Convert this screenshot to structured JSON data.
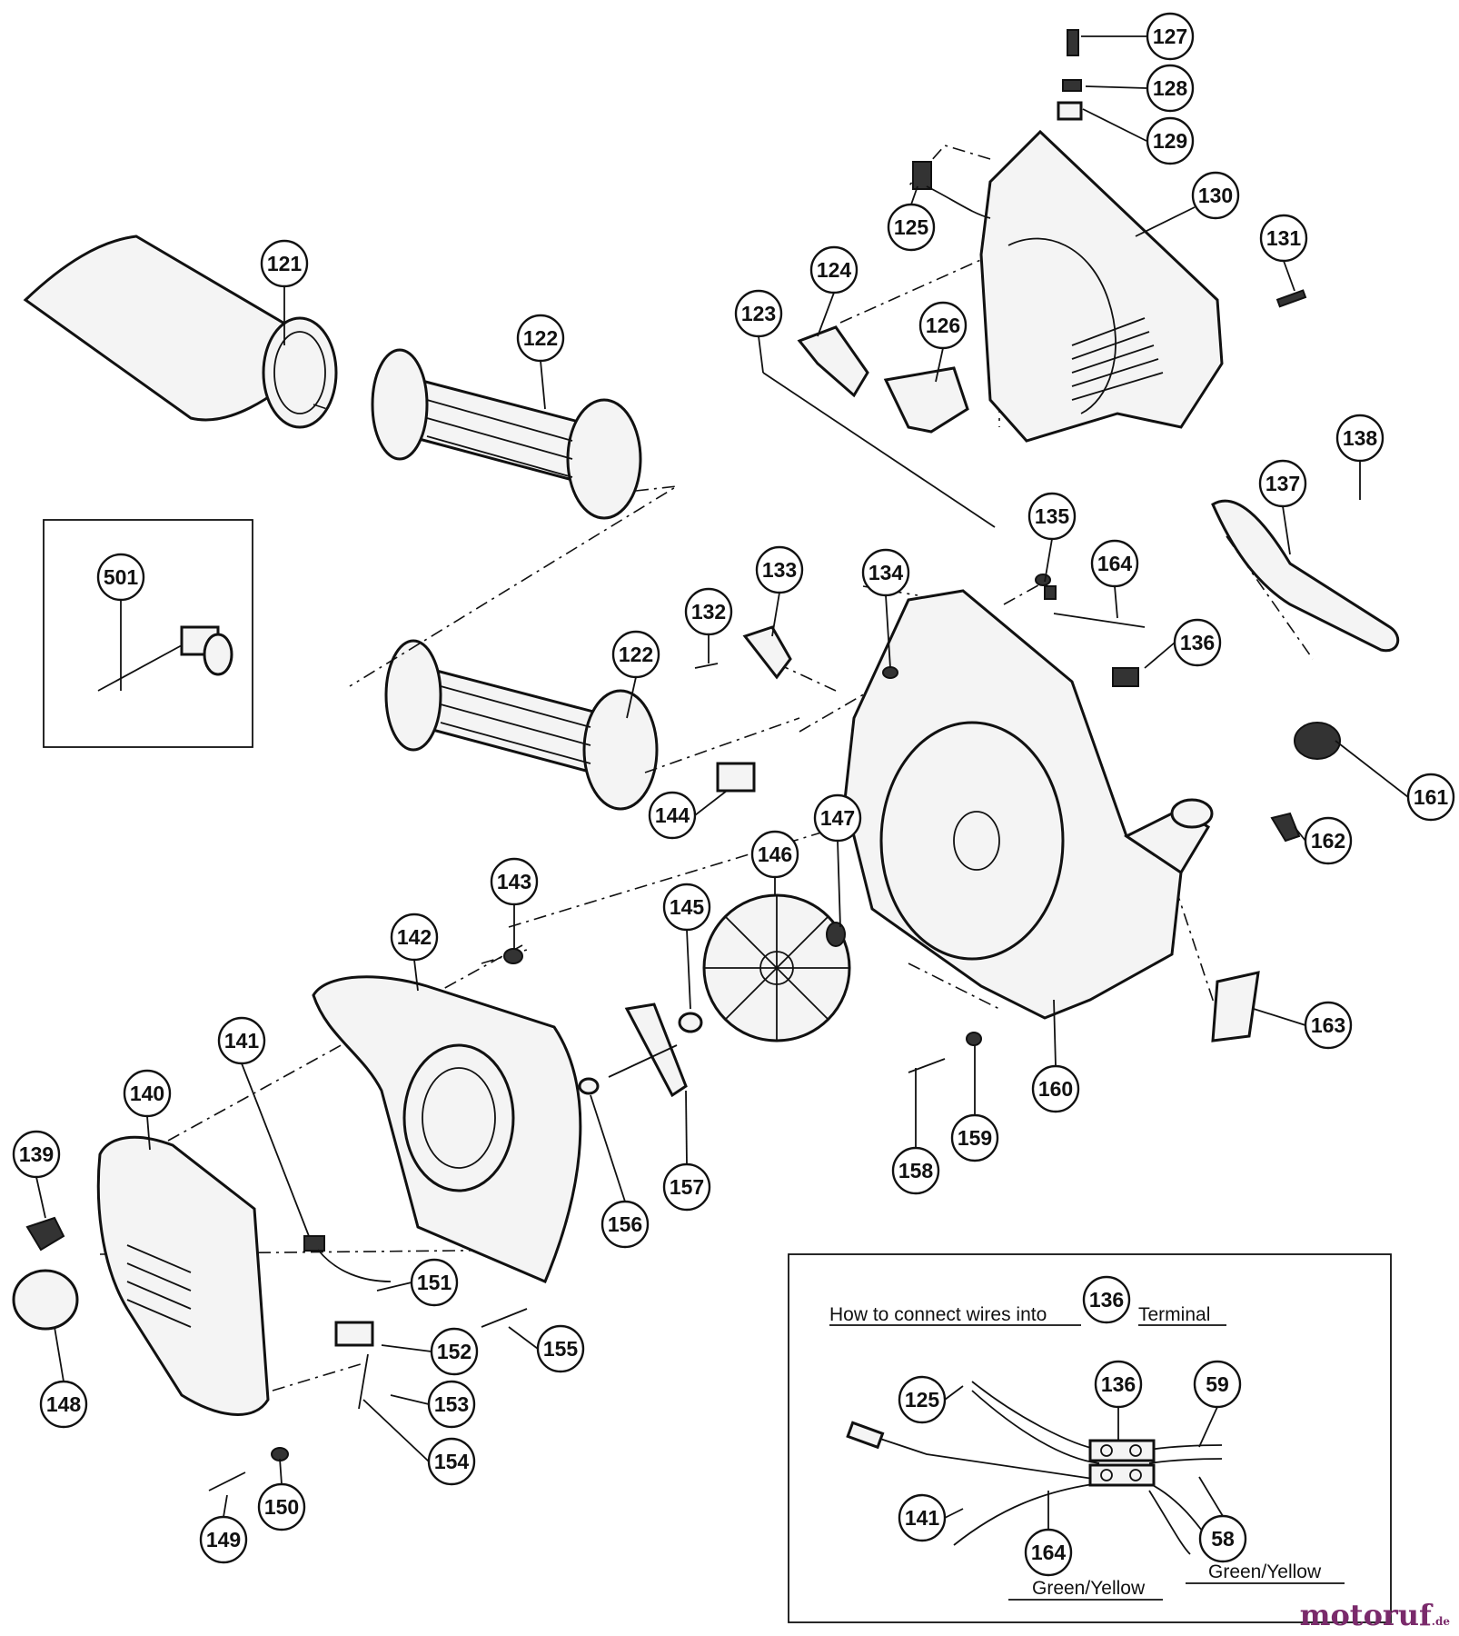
{
  "callouts": [
    {
      "id": "c127",
      "label": "127"
    },
    {
      "id": "c128",
      "label": "128"
    },
    {
      "id": "c129",
      "label": "129"
    },
    {
      "id": "c130",
      "label": "130"
    },
    {
      "id": "c131",
      "label": "131"
    },
    {
      "id": "c125",
      "label": "125"
    },
    {
      "id": "c124",
      "label": "124"
    },
    {
      "id": "c123",
      "label": "123"
    },
    {
      "id": "c126",
      "label": "126"
    },
    {
      "id": "c121",
      "label": "121"
    },
    {
      "id": "c122a",
      "label": "122"
    },
    {
      "id": "c122b",
      "label": "122"
    },
    {
      "id": "c501",
      "label": "501"
    },
    {
      "id": "c138",
      "label": "138"
    },
    {
      "id": "c137",
      "label": "137"
    },
    {
      "id": "c135",
      "label": "135"
    },
    {
      "id": "c164",
      "label": "164"
    },
    {
      "id": "c136",
      "label": "136"
    },
    {
      "id": "c132",
      "label": "132"
    },
    {
      "id": "c133",
      "label": "133"
    },
    {
      "id": "c134",
      "label": "134"
    },
    {
      "id": "c161",
      "label": "161"
    },
    {
      "id": "c162",
      "label": "162"
    },
    {
      "id": "c144",
      "label": "144"
    },
    {
      "id": "c147",
      "label": "147"
    },
    {
      "id": "c146",
      "label": "146"
    },
    {
      "id": "c143",
      "label": "143"
    },
    {
      "id": "c145",
      "label": "145"
    },
    {
      "id": "c142",
      "label": "142"
    },
    {
      "id": "c163",
      "label": "163"
    },
    {
      "id": "c160",
      "label": "160"
    },
    {
      "id": "c141",
      "label": "141"
    },
    {
      "id": "c140",
      "label": "140"
    },
    {
      "id": "c139",
      "label": "139"
    },
    {
      "id": "c157",
      "label": "157"
    },
    {
      "id": "c158",
      "label": "158"
    },
    {
      "id": "c159",
      "label": "159"
    },
    {
      "id": "c156",
      "label": "156"
    },
    {
      "id": "c151",
      "label": "151"
    },
    {
      "id": "c155",
      "label": "155"
    },
    {
      "id": "c152",
      "label": "152"
    },
    {
      "id": "c153",
      "label": "153"
    },
    {
      "id": "c148",
      "label": "148"
    },
    {
      "id": "c154",
      "label": "154"
    },
    {
      "id": "c150",
      "label": "150"
    },
    {
      "id": "c149",
      "label": "149"
    }
  ],
  "inset": {
    "title_prefix": "How to connect wires into",
    "title_part": "136",
    "title_suffix": "Terminal",
    "callouts": [
      {
        "id": "i125",
        "label": "125"
      },
      {
        "id": "i136",
        "label": "136"
      },
      {
        "id": "i59",
        "label": "59"
      },
      {
        "id": "i141",
        "label": "141"
      },
      {
        "id": "i164",
        "label": "164"
      },
      {
        "id": "i58",
        "label": "58"
      }
    ],
    "wire_label_left": "Green/Yellow",
    "wire_label_right": "Green/Yellow"
  },
  "watermark": {
    "name": "motoruf",
    "suffix": ".de"
  }
}
